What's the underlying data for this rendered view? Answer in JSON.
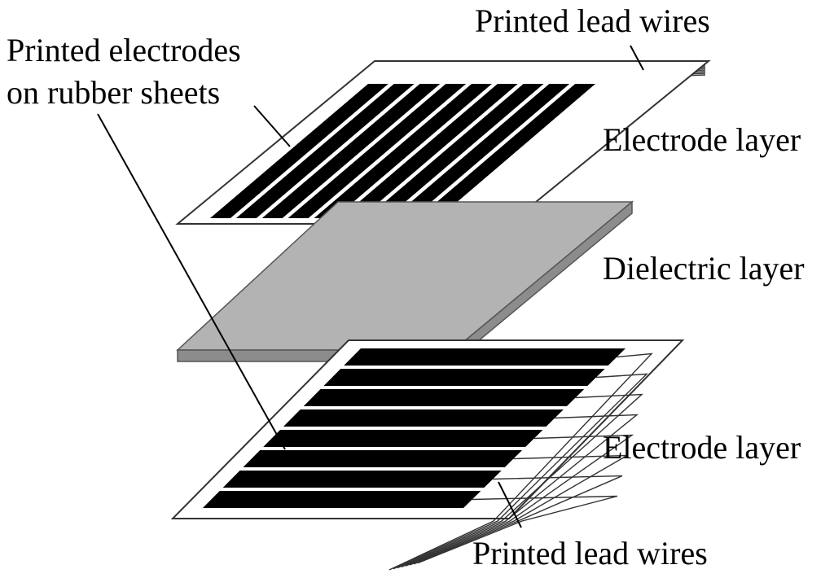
{
  "labels": {
    "top_lead_wires": "Printed lead wires",
    "electrodes_on_rubber_line1": "Printed electrodes",
    "electrodes_on_rubber_line2": "on rubber sheets",
    "top_electrode_layer": "Electrode layer",
    "dielectric_layer": "Dielectric layer",
    "bottom_electrode_layer": "Electrode layer",
    "bottom_lead_wires": "Printed lead wires"
  },
  "colors": {
    "electrode": "#000000",
    "sheet": "#ffffff",
    "outline": "#333333",
    "dielectric_top": "#b3b3b3",
    "dielectric_side": "#8c8c8c"
  },
  "structure": {
    "top_electrode_strip_count": 9,
    "bottom_electrode_strip_count": 8
  }
}
